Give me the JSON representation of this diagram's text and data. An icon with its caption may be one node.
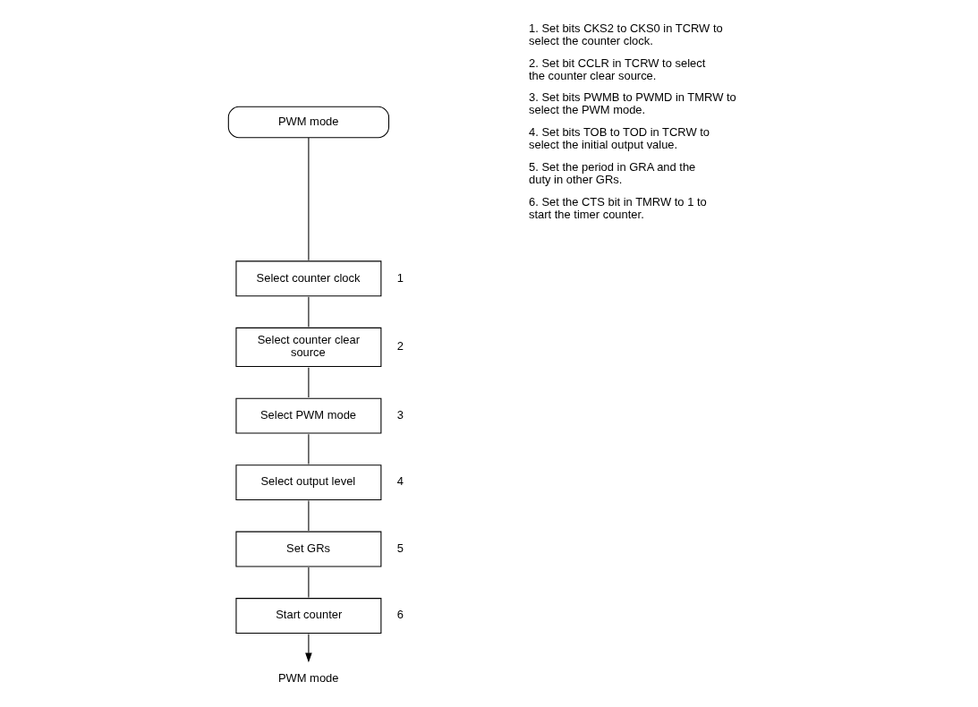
{
  "diagram": {
    "nodes": [
      {
        "text": [
          "PWM mode"
        ]
      },
      {
        "text": [
          "Select counter clock"
        ],
        "beside": [
          "1"
        ]
      },
      {
        "text": [
          "Select counter clear source"
        ],
        "beside": [
          "2"
        ]
      },
      {
        "text": [
          "Select PWM mode"
        ],
        "beside": [
          "3"
        ]
      },
      {
        "text": [
          "Select output level"
        ],
        "beside": [
          "4"
        ]
      },
      {
        "text": [
          "Set GRs"
        ],
        "beside": [
          "5"
        ]
      },
      {
        "text": [
          "Start counter"
        ],
        "beside": [
          "6"
        ]
      },
      {
        "text": [
          "PWM mode"
        ]
      }
    ],
    "edges": [
      {
        "from": 0,
        "to": 1,
        "arrow": "none"
      },
      {
        "from": 1,
        "to": 2,
        "arrow": "none"
      },
      {
        "from": 2,
        "to": 3,
        "arrow": "none"
      },
      {
        "from": 3,
        "to": 4,
        "arrow": "none"
      },
      {
        "from": 4,
        "to": 5,
        "arrow": "none"
      },
      {
        "from": 5,
        "to": 6,
        "arrow": "none"
      },
      {
        "from": 6,
        "to": 7,
        "arrow": "to"
      }
    ],
    "labels": [
      "1. Set bits CKS2 to CKS0 in TCRW to select the counter clock.",
      "2. Set bit CCLR in TCRW to select the counter clear source.",
      "3. Set bits PWMB to PWMD in TMRW to select the PWM mode.",
      "4. Set bits TOB to TOD in TCRW to select the initial output value.",
      "5. Set the period in GRA and the duty in other GRs.",
      "6. Set the CTS bit in TMRW to 1 to start the timer counter."
    ]
  }
}
